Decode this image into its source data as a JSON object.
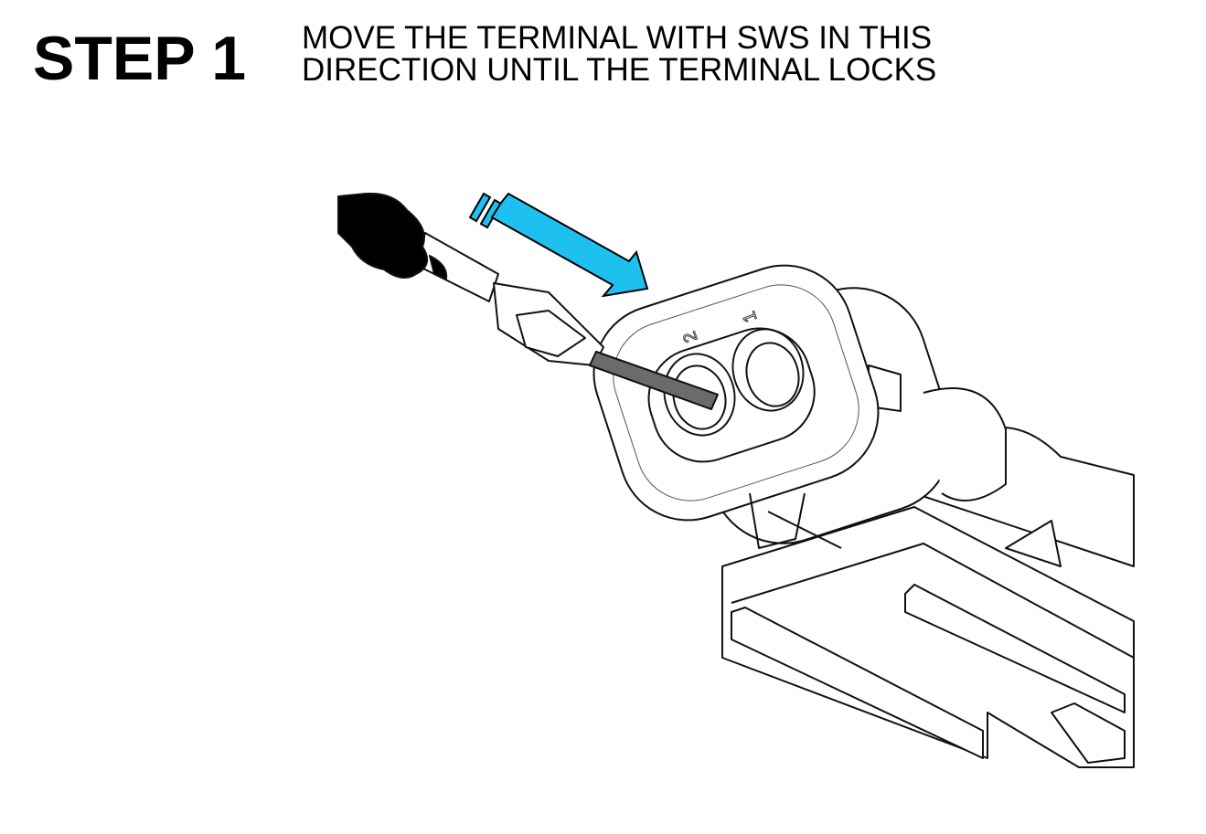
{
  "step": {
    "title": "STEP 1"
  },
  "instruction": {
    "lines": [
      "MOVE THE TERMINAL WITH SWS IN THIS",
      "DIRECTION UNTIL THE TERMINAL LOCKS"
    ]
  },
  "illustration": {
    "cavity_labels": [
      "2",
      "1"
    ],
    "arrow_color": "#1EC0F0",
    "blade_color": "#6b6b6b"
  }
}
